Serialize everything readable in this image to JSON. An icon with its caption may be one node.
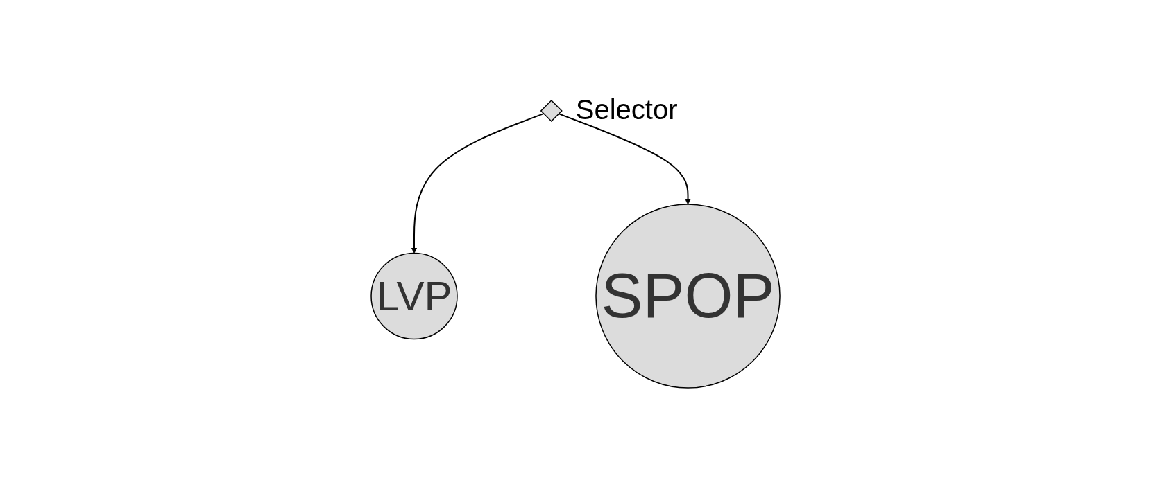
{
  "diagram": {
    "nodes": [
      {
        "text": [
          "LVP"
        ]
      },
      {
        "text": [],
        "shape": "diamond",
        "beside": [
          "Selector"
        ]
      },
      {
        "text": [
          "SPOP"
        ]
      }
    ],
    "edges": [
      {
        "from": 1,
        "to": 0,
        "arrow": "to"
      },
      {
        "from": 1,
        "to": 2,
        "arrow": "to"
      }
    ]
  }
}
